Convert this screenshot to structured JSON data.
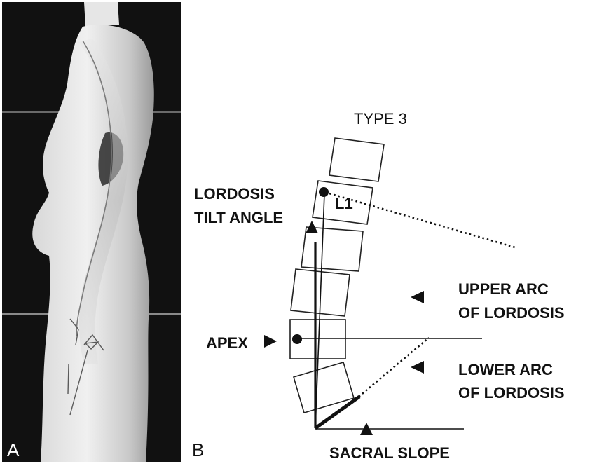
{
  "panel_a": {
    "letter": "A"
  },
  "panel_b": {
    "letter": "B",
    "title": "TYPE 3",
    "vertebra_label": "L1",
    "labels": {
      "lordosis_tilt_angle_line1": "LORDOSIS",
      "lordosis_tilt_angle_line2": "TILT ANGLE",
      "apex": "APEX",
      "upper_arc_line1": "UPPER ARC",
      "upper_arc_line2": "OF LORDOSIS",
      "lower_arc_line1": "LOWER ARC",
      "lower_arc_line2": "OF LORDOSIS",
      "sacral_slope": "SACRAL SLOPE"
    }
  }
}
